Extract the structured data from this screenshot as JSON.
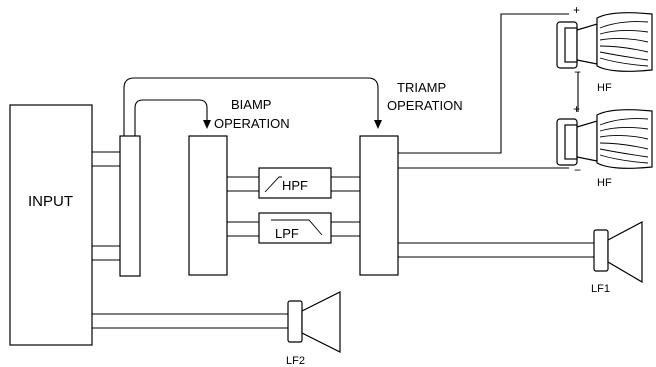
{
  "blocks": {
    "input": "INPUT",
    "hpf": "HPF",
    "lpf": "LPF"
  },
  "annotations": {
    "biamp_line1": "BIAMP",
    "biamp_line2": "OPERATION",
    "triamp_line1": "TRIAMP",
    "triamp_line2": "OPERATION"
  },
  "speakers": {
    "hf_top": "HF",
    "hf_bottom": "HF",
    "lf1": "LF1",
    "lf2": "LF2"
  },
  "polarity": {
    "plus": "+",
    "minus": "−"
  }
}
